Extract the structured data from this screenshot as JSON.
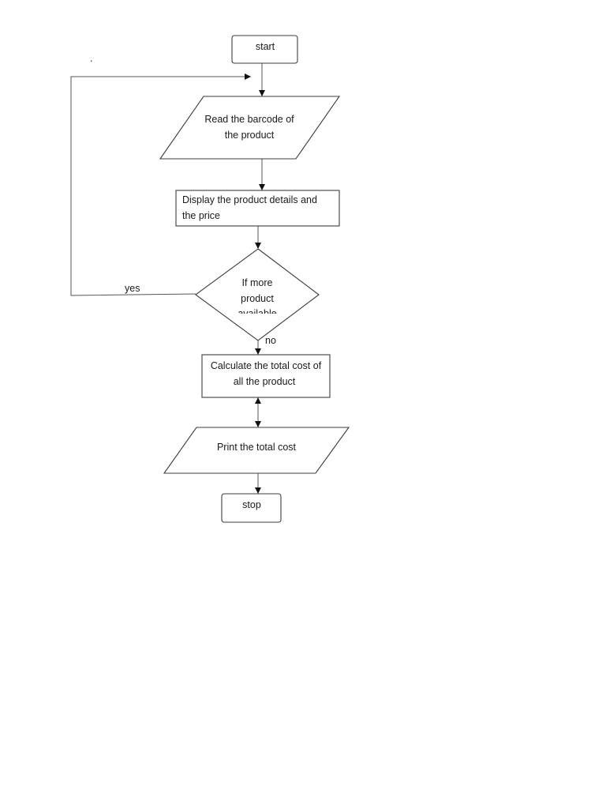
{
  "diagram": {
    "nodes": {
      "start": {
        "shape": "rounded-rectangle",
        "lines": [
          "start"
        ]
      },
      "read_barcode": {
        "shape": "parallelogram",
        "lines": [
          "Read the barcode of",
          "the product"
        ]
      },
      "display_details": {
        "shape": "rectangle",
        "lines": [
          "Display the product details and",
          "the price"
        ]
      },
      "decision": {
        "shape": "diamond",
        "lines": [
          "If more",
          "product",
          "available"
        ]
      },
      "calculate_total": {
        "shape": "rectangle",
        "lines": [
          "Calculate the total cost of",
          "all the product"
        ]
      },
      "print_total": {
        "shape": "parallelogram",
        "lines": [
          "Print the total cost"
        ]
      },
      "stop": {
        "shape": "rounded-rectangle",
        "lines": [
          "stop"
        ]
      }
    },
    "edges": {
      "yes_label": "yes",
      "no_label": "no"
    },
    "stray_mark": "."
  }
}
